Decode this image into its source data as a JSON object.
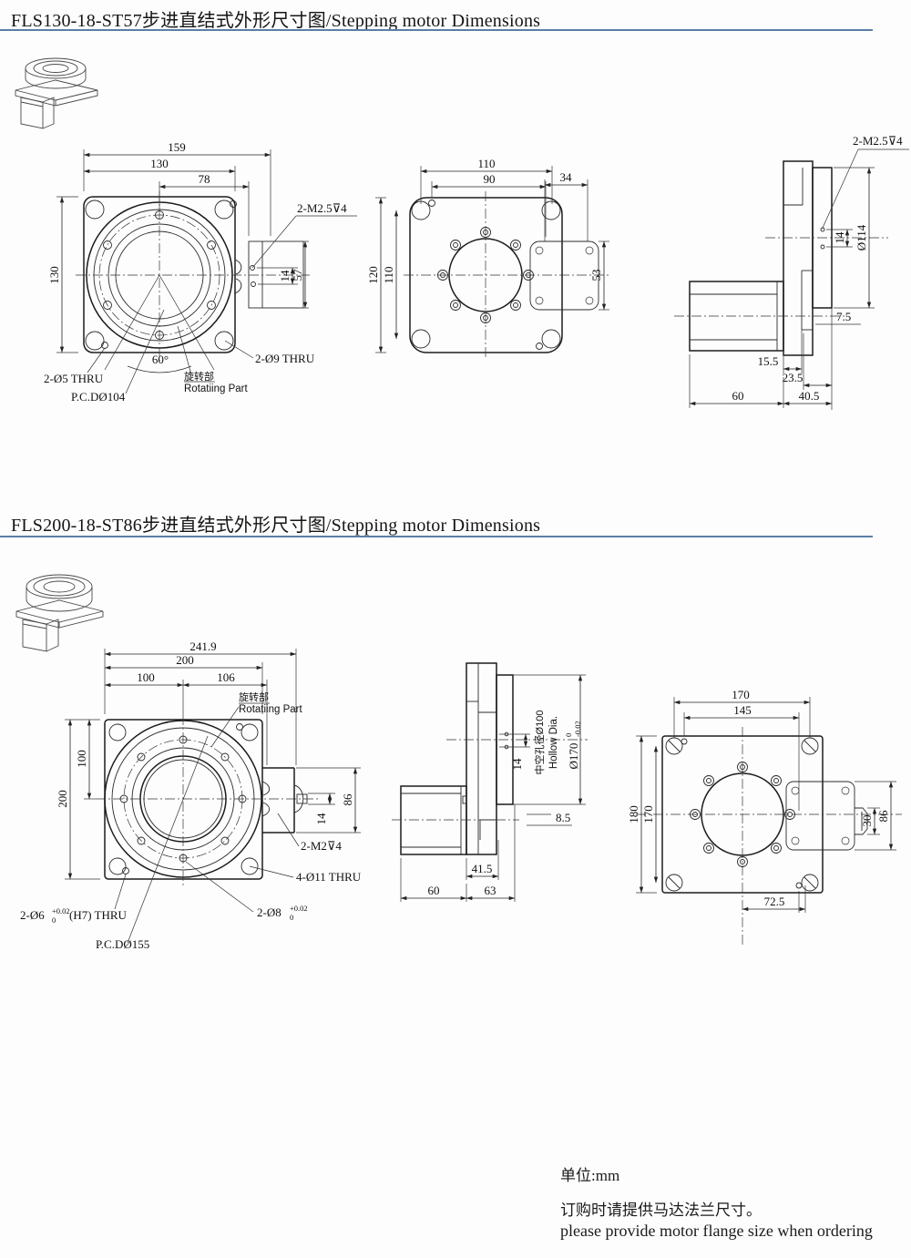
{
  "page": {
    "unit_label": "单位:mm",
    "note_cn": "订购时请提供马达法兰尺寸。",
    "note_en": "please provide motor flange size when ordering"
  },
  "s1": {
    "title": "FLS130-18-ST57步进直结式外形尺寸图/Stepping motor Dimensions",
    "front": {
      "w159": "159",
      "w130": "130",
      "w78": "78",
      "h130": "130",
      "tap": "2-M2.5⊽4",
      "d14": "14",
      "d57": "57",
      "angle": "60°",
      "holes": "2-Ø9 THRU",
      "pins": "2-Ø5 THRU",
      "pcd": "P.C.DØ104",
      "rot_cn": "旋转部",
      "rot_en": "Rotatiing Part"
    },
    "top": {
      "w110": "110",
      "w90": "90",
      "w34": "34",
      "h120": "120",
      "h110": "110",
      "h53": "53"
    },
    "side": {
      "tap": "2-M2.5⊽4",
      "d14": "14",
      "dia": "Ø114",
      "d75": "7.5",
      "d155": "15.5",
      "d235": "23.5",
      "d60": "60",
      "d405": "40.5"
    }
  },
  "s2": {
    "title": "FLS200-18-ST86步进直结式外形尺寸图/Stepping motor Dimensions",
    "front": {
      "w2419": "241.9",
      "w200": "200",
      "w100": "100",
      "w106": "106",
      "rot_cn": "旋转部",
      "rot_en": "Rotatiing Part",
      "h100": "100",
      "h200": "200",
      "d86": "86",
      "d14": "14",
      "tap": "2-M2⊽4",
      "holes": "4-Ø11 THRU",
      "pin8": "2-Ø8",
      "pin8_tol_top": "+0.02",
      "pin8_tol_bot": "0",
      "pin6": "2-Ø6",
      "pin6_tol_top": "+0.02",
      "pin6_tol_bot": "0",
      "pin6_suffix": "(H7) THRU",
      "pcd": "P.C.DØ155"
    },
    "side": {
      "d14": "14",
      "hollow_cn": "中空孔径Ø100",
      "hollow_en": "Hollow Dia.",
      "dia": "Ø170",
      "dia_tol_top": "0",
      "dia_tol_bot": "-0.02",
      "d85": "8.5",
      "d415": "41.5",
      "d60": "60",
      "d63": "63"
    },
    "rear": {
      "w170": "170",
      "w145": "145",
      "h180": "180",
      "h170": "170",
      "d30": "30",
      "d86": "86",
      "d725": "72.5"
    }
  }
}
